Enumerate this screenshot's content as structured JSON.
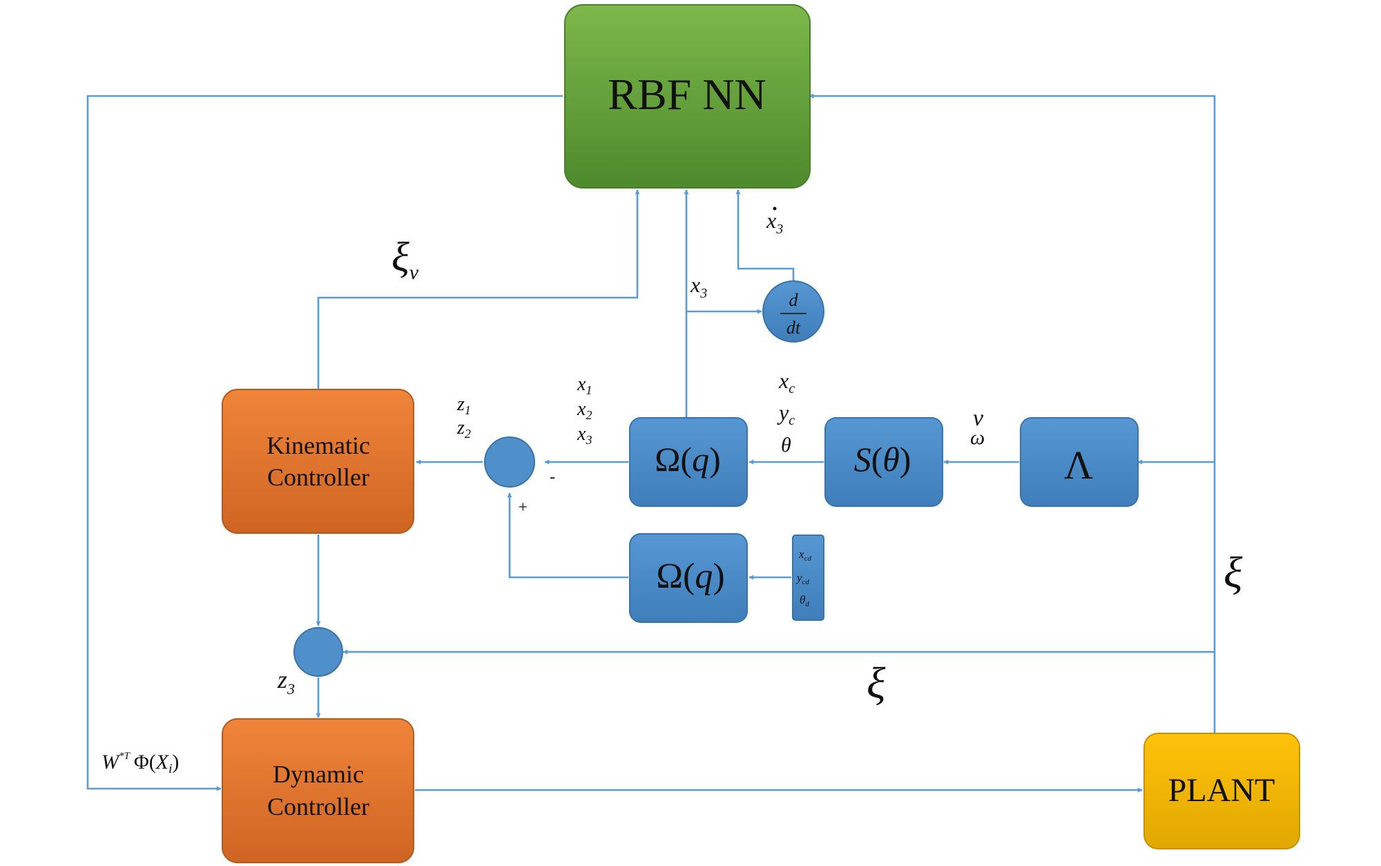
{
  "colors": {
    "wire": "#5b9bd5",
    "rbf": "#70ad47",
    "controller": "#ed7d31",
    "blue_block": "#4f8fca",
    "plant": "#ffc000"
  },
  "blocks": {
    "rbf_nn": "RBF NN",
    "kinematic_line1": "Kinematic",
    "kinematic_line2": "Controller",
    "dynamic_line1": "Dynamic",
    "dynamic_line2": "Controller",
    "plant": "PLANT",
    "omega_upper_a": "Ω(",
    "omega_upper_q": "q",
    "omega_upper_b": ")",
    "omega_lower_a": "Ω(",
    "omega_lower_q": "q",
    "omega_lower_b": ")",
    "s_theta_s": "S",
    "s_theta_open": "(",
    "s_theta_theta": "θ",
    "s_theta_close": ")",
    "lambda": "Λ",
    "deriv_num": "d",
    "deriv_den": "dt",
    "ref_xcd": "x",
    "ref_xcd_sub": "cd",
    "ref_ycd": "y",
    "ref_ycd_sub": "cd",
    "ref_thetad": "θ",
    "ref_thetad_sub": "d"
  },
  "labels": {
    "xi_v": "ξ",
    "xi_v_sub": "v",
    "x3_dot": "x",
    "x3_dot_sub": "3",
    "x3": "x",
    "x3_sub": "3",
    "x1": "x",
    "x1_sub": "1",
    "x2": "x",
    "x2_sub": "2",
    "x3b": "x",
    "x3b_sub": "3",
    "z1": "z",
    "z1_sub": "1",
    "z2": "z",
    "z2_sub": "2",
    "z3": "z",
    "z3_sub": "3",
    "xc": "x",
    "xc_sub": "c",
    "yc": "y",
    "yc_sub": "c",
    "theta": "θ",
    "v": "v",
    "omega": "ω",
    "minus": "-",
    "plus": "+",
    "xi_right": "ξ",
    "xi_bottom": "ξ",
    "w_term": "W",
    "w_sup": "*T",
    "phi_term": "Φ(",
    "phi_x": "X",
    "phi_x_sub": "i",
    "phi_close": ")"
  }
}
